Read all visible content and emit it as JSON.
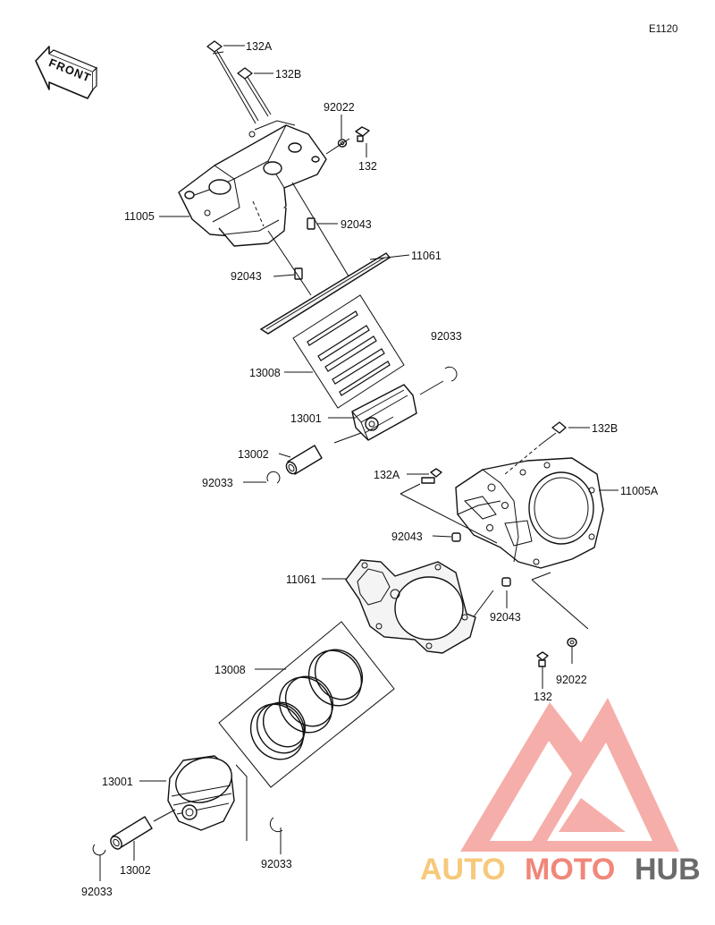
{
  "diagram_code": "E1120",
  "front_label": "FRONT",
  "watermark": {
    "part1": "AUTO",
    "part2": "MOTO",
    "part3": "HUB",
    "color_light": "#f6c97b",
    "color_mid": "#f0877a",
    "color_dark": "#6b6b6b",
    "logo_color": "#ef9590"
  },
  "callouts": {
    "c132A_top": "132A",
    "c132B_top": "132B",
    "c92022_top": "92022",
    "c132_top": "132",
    "c11005": "11005",
    "c92043_r": "92043",
    "c11061_top": "11061",
    "c92043_l": "92043",
    "c92033_top": "92033",
    "c13008_top": "13008",
    "c13001_top": "13001",
    "c13002_top": "13002",
    "c92033_mid": "92033",
    "c132B_right": "132B",
    "c132A_mid": "132A",
    "c11005A": "11005A",
    "c92043_mid": "92043",
    "c11061_low": "11061",
    "c92043_low": "92043",
    "c13008_low": "13008",
    "c132_low": "132",
    "c92022_low": "92022",
    "c13001_low": "13001",
    "c92033_low": "92033",
    "c13002_low": "13002",
    "c92033_bottom": "92033"
  }
}
